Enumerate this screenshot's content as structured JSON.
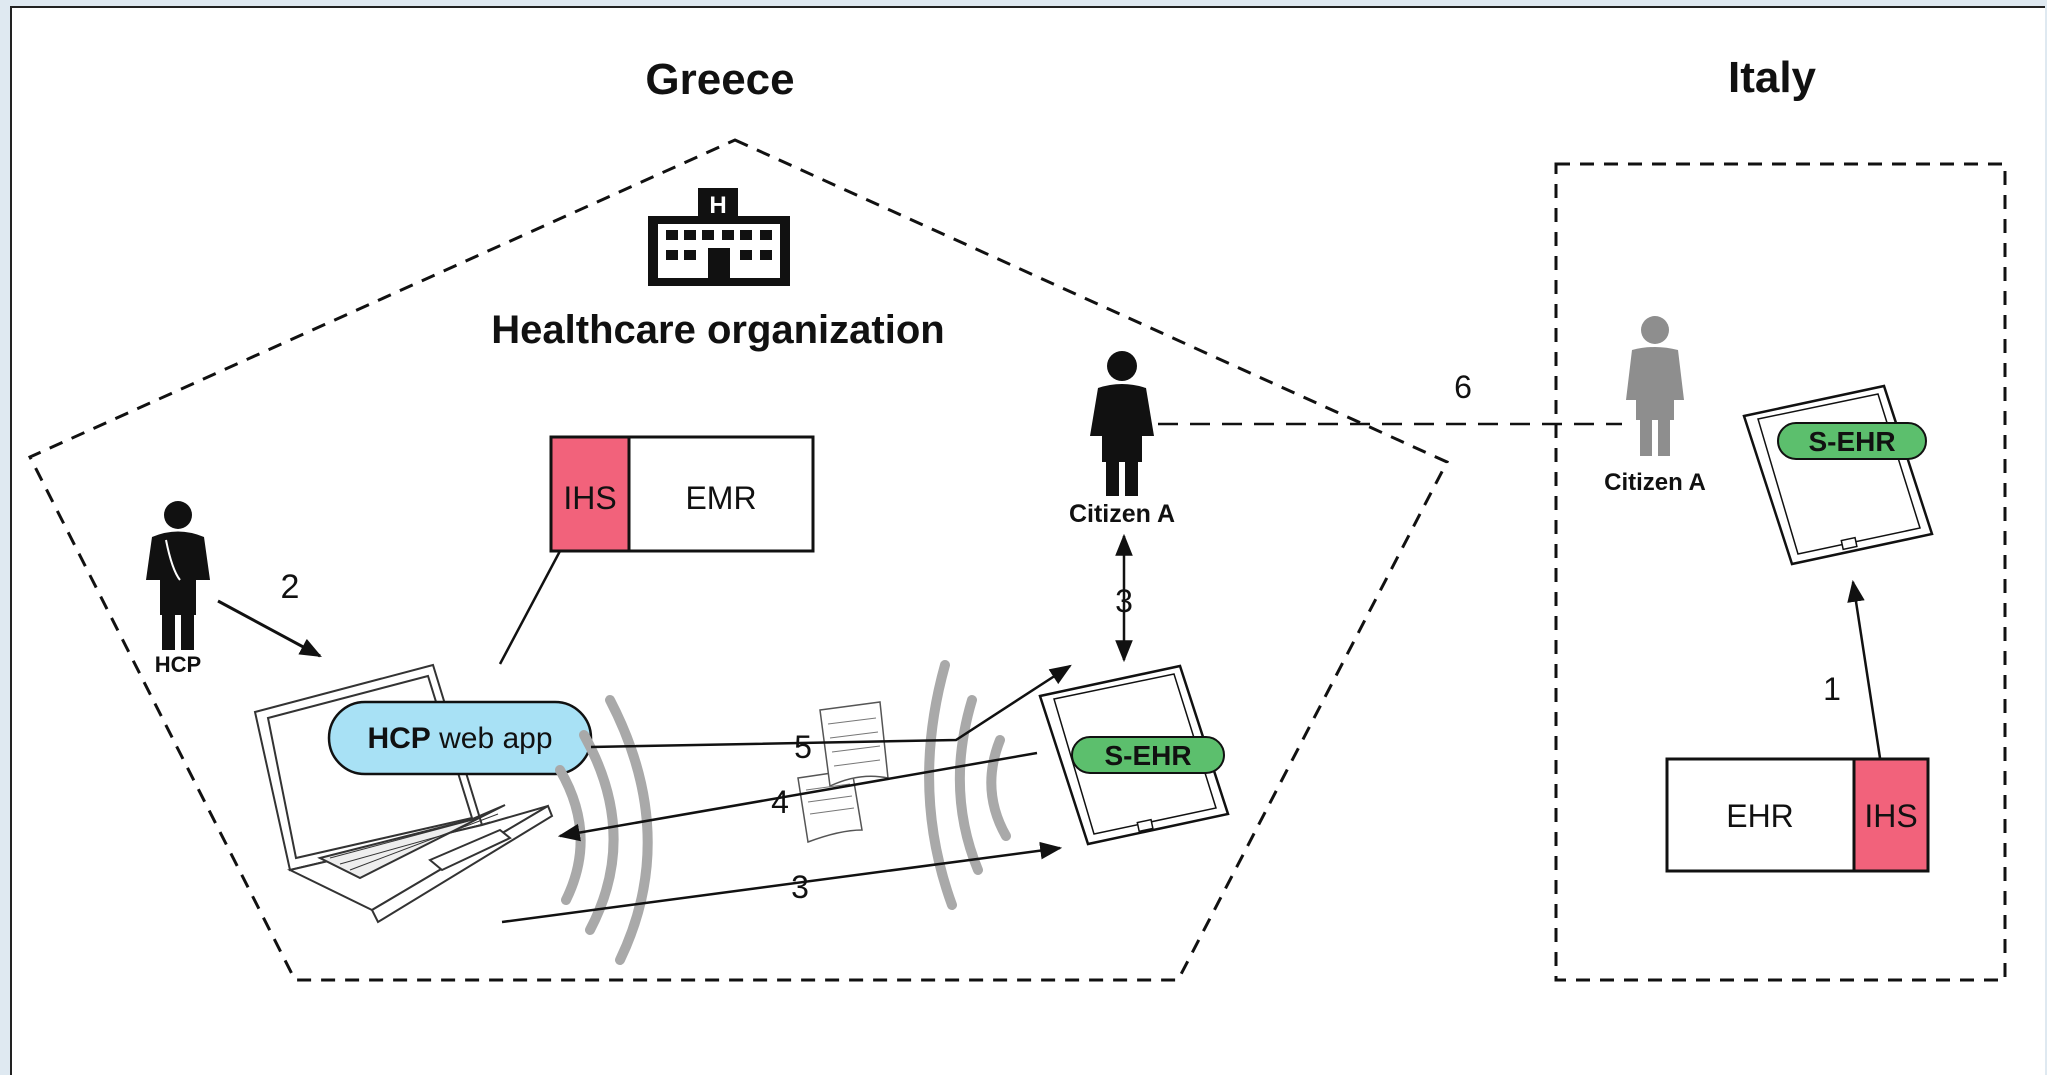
{
  "regions": {
    "greece": "Greece",
    "italy": "Italy"
  },
  "organization": {
    "label": "Healthcare organization",
    "icon": "hospital-icon"
  },
  "actors": {
    "hcp": "HCP",
    "citizen_greece": "Citizen A",
    "citizen_italy": "Citizen A"
  },
  "systems": {
    "ihs_left": "IHS",
    "emr": "EMR",
    "ehr": "EHR",
    "ihs_right": "IHS",
    "hcp_app_bold": "HCP",
    "hcp_app_rest": " web app",
    "sehr_greece": "S-EHR",
    "sehr_italy": "S-EHR"
  },
  "steps": {
    "s1": "1",
    "s2": "2",
    "s3a": "3",
    "s3b": "3",
    "s4": "4",
    "s5": "5",
    "s6": "6"
  },
  "colors": {
    "ihs": "#f2627b",
    "hcp_app": "#a8e1f5",
    "sehr": "#5cbf6d",
    "italy_person": "#8e8e8e"
  }
}
